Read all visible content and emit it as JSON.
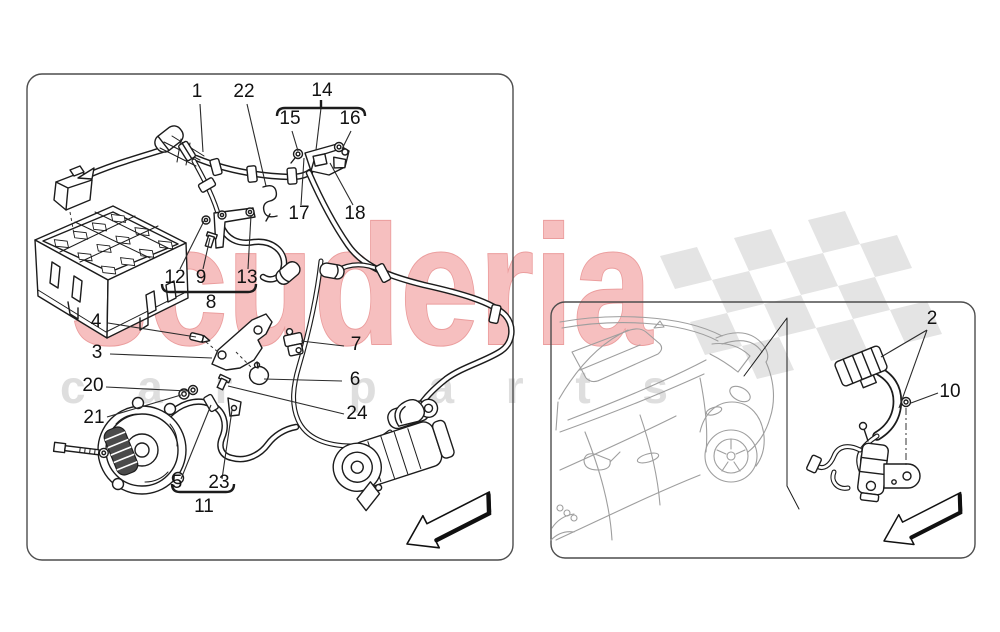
{
  "watermark": {
    "brand": "scuderia",
    "tagline": "car parts"
  },
  "theme": {
    "css_vars": {
      "--line": "#1c1c1c",
      "--frame": "#4d4d4d",
      "--car-line": "#9e9e9e",
      "--label": "#111111",
      "--wm-fill": "#f6bfbf",
      "--wm-edge": "#eb9d9d",
      "--tag-fill": "#dedede",
      "--flag": "#e4e4e4"
    }
  },
  "main_diagram": {
    "callouts": {
      "1": "1",
      "3": "3",
      "4": "4",
      "5": "5",
      "6": "6",
      "7": "7",
      "8": "8",
      "9": "9",
      "11": "11",
      "12": "12",
      "13": "13",
      "14": "14",
      "15": "15",
      "16": "16",
      "17": "17",
      "18": "18",
      "20": "20",
      "21": "21",
      "22": "22",
      "23": "23",
      "24": "24"
    }
  },
  "vehicle_panel": {
    "callouts": {
      "2": "2",
      "10": "10"
    }
  }
}
